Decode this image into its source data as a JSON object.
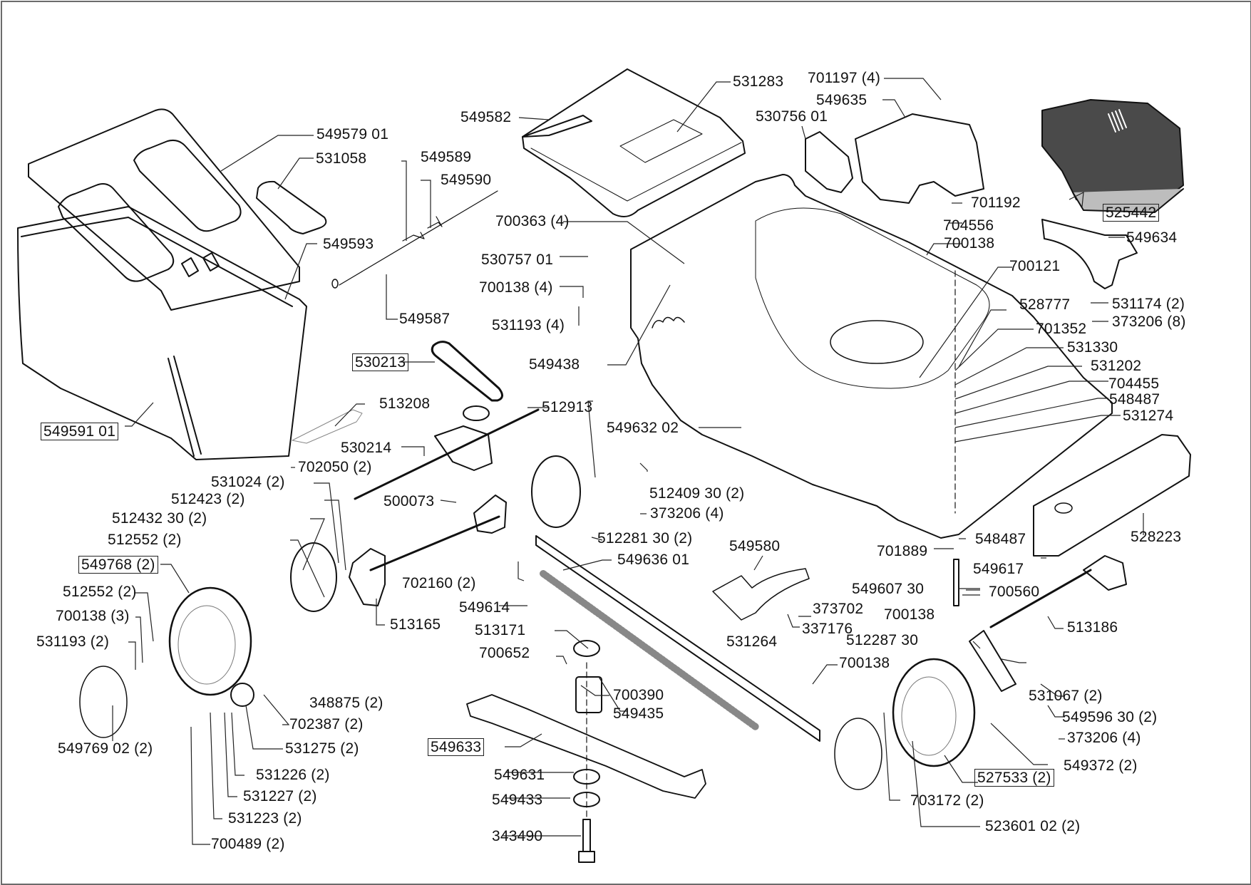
{
  "diagram": {
    "type": "exploded-parts-diagram",
    "subject": "walk-behind lawn mower",
    "labels": [
      {
        "id": "l1",
        "text": "549579 01",
        "boxed": false
      },
      {
        "id": "l2",
        "text": "531058",
        "boxed": false
      },
      {
        "id": "l3",
        "text": "549589",
        "boxed": false
      },
      {
        "id": "l4",
        "text": "549590",
        "boxed": false
      },
      {
        "id": "l5",
        "text": "549593",
        "boxed": false
      },
      {
        "id": "l6",
        "text": "549587",
        "boxed": false
      },
      {
        "id": "l7",
        "text": "549582",
        "boxed": false
      },
      {
        "id": "l8",
        "text": "531283",
        "boxed": false
      },
      {
        "id": "l9",
        "text": "701197 (4)",
        "boxed": false
      },
      {
        "id": "l10",
        "text": "549635",
        "boxed": false
      },
      {
        "id": "l11",
        "text": "530756 01",
        "boxed": false
      },
      {
        "id": "l12",
        "text": "701192",
        "boxed": false
      },
      {
        "id": "l13",
        "text": "525442",
        "boxed": true
      },
      {
        "id": "l14",
        "text": "704556",
        "boxed": false
      },
      {
        "id": "l15",
        "text": "700138",
        "boxed": false
      },
      {
        "id": "l16",
        "text": "549634",
        "boxed": false
      },
      {
        "id": "l17",
        "text": "700121",
        "boxed": false
      },
      {
        "id": "l18",
        "text": "700363 (4)",
        "boxed": false
      },
      {
        "id": "l19",
        "text": "530757 01",
        "boxed": false
      },
      {
        "id": "l20",
        "text": "700138 (4)",
        "boxed": false
      },
      {
        "id": "l21",
        "text": "531193 (4)",
        "boxed": false
      },
      {
        "id": "l22",
        "text": "549438",
        "boxed": false
      },
      {
        "id": "l23",
        "text": "528777",
        "boxed": false
      },
      {
        "id": "l24",
        "text": "531174 (2)",
        "boxed": false
      },
      {
        "id": "l25",
        "text": "373206 (8)",
        "boxed": false
      },
      {
        "id": "l26",
        "text": "701352",
        "boxed": false
      },
      {
        "id": "l27",
        "text": "531330",
        "boxed": false
      },
      {
        "id": "l28",
        "text": "531202",
        "boxed": false
      },
      {
        "id": "l29",
        "text": "704455",
        "boxed": false
      },
      {
        "id": "l30",
        "text": "548487",
        "boxed": false
      },
      {
        "id": "l31",
        "text": "531274",
        "boxed": false
      },
      {
        "id": "l32",
        "text": "530213",
        "boxed": true
      },
      {
        "id": "l33",
        "text": "513208",
        "boxed": false
      },
      {
        "id": "l34",
        "text": "512913",
        "boxed": false
      },
      {
        "id": "l35",
        "text": "549632 02",
        "boxed": false
      },
      {
        "id": "l36",
        "text": "530214",
        "boxed": false
      },
      {
        "id": "l37",
        "text": "702050 (2)",
        "boxed": false
      },
      {
        "id": "l38",
        "text": "549591 01",
        "boxed": true
      },
      {
        "id": "l39",
        "text": "531024 (2)",
        "boxed": false
      },
      {
        "id": "l40",
        "text": "512423 (2)",
        "boxed": false
      },
      {
        "id": "l41",
        "text": "500073",
        "boxed": false
      },
      {
        "id": "l42",
        "text": "512409 30 (2)",
        "boxed": false
      },
      {
        "id": "l43",
        "text": "373206 (4)",
        "boxed": false
      },
      {
        "id": "l44",
        "text": "512432 30 (2)",
        "boxed": false
      },
      {
        "id": "l45",
        "text": "512552 (2)",
        "boxed": false
      },
      {
        "id": "l46",
        "text": "512281 30 (2)",
        "boxed": false
      },
      {
        "id": "l47",
        "text": "548487",
        "boxed": false
      },
      {
        "id": "l48",
        "text": "528223",
        "boxed": false
      },
      {
        "id": "l49",
        "text": "549768 (2)",
        "boxed": true
      },
      {
        "id": "l50",
        "text": "549580",
        "boxed": false
      },
      {
        "id": "l51",
        "text": "701889",
        "boxed": false
      },
      {
        "id": "l52",
        "text": "549636 01",
        "boxed": false
      },
      {
        "id": "l53",
        "text": "549617",
        "boxed": false
      },
      {
        "id": "l54",
        "text": "512552 (2)",
        "boxed": false
      },
      {
        "id": "l55",
        "text": "702160 (2)",
        "boxed": false
      },
      {
        "id": "l56",
        "text": "549607 30",
        "boxed": false
      },
      {
        "id": "l57",
        "text": "700560",
        "boxed": false
      },
      {
        "id": "l58",
        "text": "700138 (3)",
        "boxed": false
      },
      {
        "id": "l59",
        "text": "549614",
        "boxed": false
      },
      {
        "id": "l60",
        "text": "373702",
        "boxed": false
      },
      {
        "id": "l61",
        "text": "700138",
        "boxed": false
      },
      {
        "id": "l62",
        "text": "531193 (2)",
        "boxed": false
      },
      {
        "id": "l63",
        "text": "513165",
        "boxed": false
      },
      {
        "id": "l64",
        "text": "513171",
        "boxed": false
      },
      {
        "id": "l65",
        "text": "337176",
        "boxed": false
      },
      {
        "id": "l66",
        "text": "513186",
        "boxed": false
      },
      {
        "id": "l67",
        "text": "512287 30",
        "boxed": false
      },
      {
        "id": "l68",
        "text": "531264",
        "boxed": false
      },
      {
        "id": "l69",
        "text": "700652",
        "boxed": false
      },
      {
        "id": "l70",
        "text": "700138",
        "boxed": false
      },
      {
        "id": "l71",
        "text": "700390",
        "boxed": false
      },
      {
        "id": "l72",
        "text": "531067 (2)",
        "boxed": false
      },
      {
        "id": "l73",
        "text": "348875 (2)",
        "boxed": false
      },
      {
        "id": "l74",
        "text": "549435",
        "boxed": false
      },
      {
        "id": "l75",
        "text": "549596 30 (2)",
        "boxed": false
      },
      {
        "id": "l76",
        "text": "702387 (2)",
        "boxed": false
      },
      {
        "id": "l77",
        "text": "549633",
        "boxed": true
      },
      {
        "id": "l78",
        "text": "373206 (4)",
        "boxed": false
      },
      {
        "id": "l79",
        "text": "549769 02 (2)",
        "boxed": false
      },
      {
        "id": "l80",
        "text": "531275 (2)",
        "boxed": false
      },
      {
        "id": "l81",
        "text": "549372 (2)",
        "boxed": false
      },
      {
        "id": "l82",
        "text": "549631",
        "boxed": false
      },
      {
        "id": "l83",
        "text": "527533 (2)",
        "boxed": true
      },
      {
        "id": "l84",
        "text": "531226 (2)",
        "boxed": false
      },
      {
        "id": "l85",
        "text": "531227 (2)",
        "boxed": false
      },
      {
        "id": "l86",
        "text": "549433",
        "boxed": false
      },
      {
        "id": "l87",
        "text": "703172 (2)",
        "boxed": false
      },
      {
        "id": "l88",
        "text": "531223 (2)",
        "boxed": false
      },
      {
        "id": "l89",
        "text": "523601 02 (2)",
        "boxed": false
      },
      {
        "id": "l90",
        "text": "343490",
        "boxed": false
      },
      {
        "id": "l91",
        "text": "700489 (2)",
        "boxed": false
      }
    ]
  }
}
